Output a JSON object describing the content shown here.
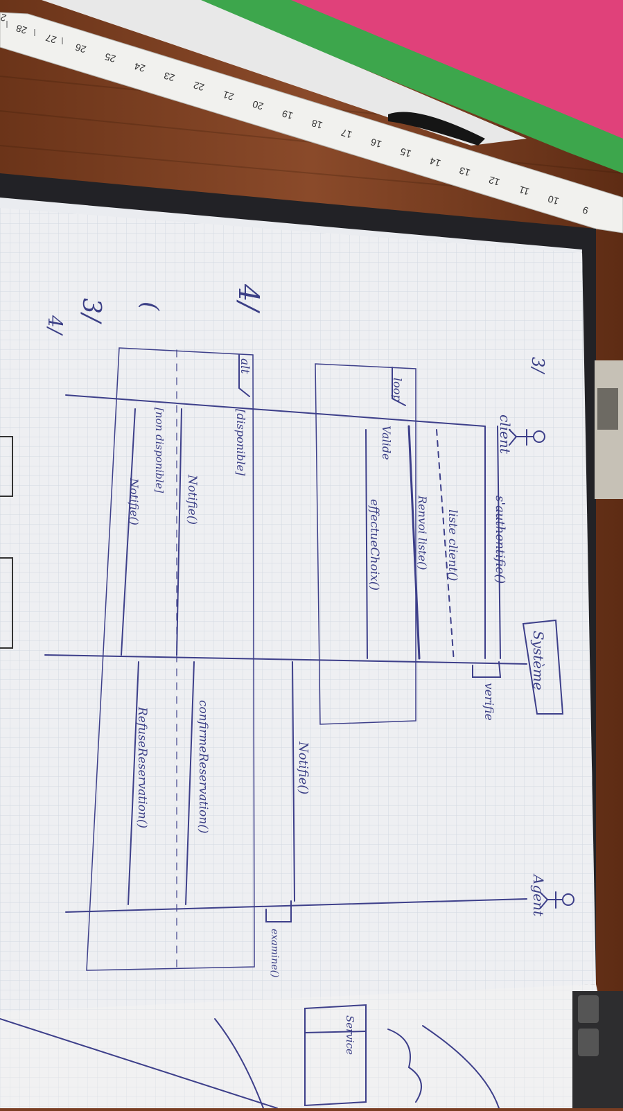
{
  "photo": {
    "background_colors": {
      "desk": "#7a3d22",
      "paper": "#eeeeef",
      "grid": "#cfd6de",
      "ink": "#3d3f8a",
      "pink_folder": "#e0417a",
      "green_folder": "#3da64c"
    },
    "ruler": {
      "numbers": [
        "28",
        "27",
        "26",
        "25",
        "24",
        "23",
        "22",
        "21",
        "20",
        "19",
        "18",
        "17",
        "16",
        "15",
        "14",
        "13",
        "12",
        "11",
        "10",
        "9",
        "2"
      ]
    },
    "notebook": {
      "marks": [
        "3/",
        "4/",
        "4/",
        "("
      ],
      "diagram": {
        "title_mark": "3/",
        "actors": [
          "client",
          "Agent"
        ],
        "system_label": "Système",
        "messages": [
          "s'authentifie()",
          "verifie",
          "liste client()",
          "Renvoi liste()",
          "effectueChoix()",
          "Notifie()",
          "examine()",
          "confirmeReservation()",
          "RefuseReservation()",
          "Notifie()",
          "Notifie()"
        ],
        "fragments": {
          "loop": "loop",
          "loop_guard": "Valide",
          "alt": "alt",
          "alt_guard_1": "[disponible]",
          "alt_guard_2": "[non disponible]"
        }
      }
    },
    "side_sketch": {
      "label": "Service"
    }
  }
}
